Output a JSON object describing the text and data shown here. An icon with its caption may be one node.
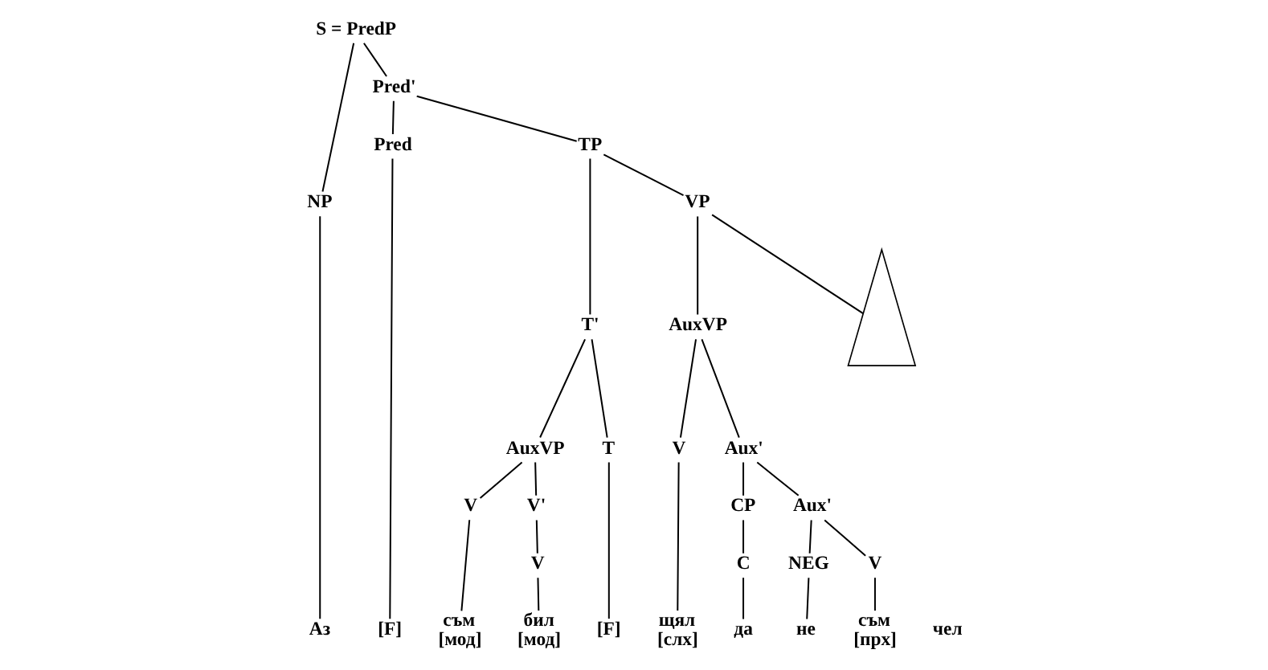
{
  "diagram": {
    "nodes": [
      {
        "text": [
          "S = PredP"
        ]
      },
      {
        "text": [
          "NP"
        ]
      },
      {
        "text": [
          "Pred'"
        ]
      },
      {
        "text": [
          "Аз"
        ]
      },
      {
        "text": [
          "Pred"
        ]
      },
      {
        "text": [
          "[F]"
        ]
      },
      {
        "text": [
          "TP"
        ]
      },
      {
        "text": [
          "T'"
        ]
      },
      {
        "text": [
          "VP"
        ]
      },
      {
        "text": [
          "AuxVP"
        ]
      },
      {
        "text": [
          "T"
        ]
      },
      {
        "text": [
          "V"
        ]
      },
      {
        "text": [
          "V'"
        ]
      },
      {
        "text": [
          "V"
        ]
      },
      {
        "text": [
          "съм",
          "[мод]"
        ]
      },
      {
        "text": [
          "бил",
          "[мод]"
        ]
      },
      {
        "text": [
          "[F]"
        ]
      },
      {
        "text": [
          "AuxVP"
        ]
      },
      {
        "text": [
          "V"
        ]
      },
      {
        "text": [
          "Aux'"
        ]
      },
      {
        "text": [
          "щял",
          "[слх]"
        ]
      },
      {
        "text": [
          "CP"
        ]
      },
      {
        "text": [
          "C"
        ]
      },
      {
        "text": [
          "да"
        ]
      },
      {
        "text": [
          "Aux'"
        ]
      },
      {
        "text": [
          "NEG"
        ]
      },
      {
        "text": [
          "V"
        ]
      },
      {
        "text": [
          "не"
        ]
      },
      {
        "text": [
          "съм",
          "[прх]"
        ]
      },
      {
        "text": [],
        "shape": "triangle"
      }
    ],
    "labels": [
      "чел"
    ],
    "edges": [
      {
        "from": 0,
        "to": 1,
        "arrow": "none"
      },
      {
        "from": 0,
        "to": 2,
        "arrow": "none"
      },
      {
        "from": 1,
        "to": 3,
        "arrow": "none"
      },
      {
        "from": 2,
        "to": 4,
        "arrow": "none"
      },
      {
        "from": 4,
        "to": 5,
        "arrow": "none"
      },
      {
        "from": 2,
        "to": 6,
        "arrow": "none"
      },
      {
        "from": 6,
        "to": 7,
        "arrow": "none"
      },
      {
        "from": 6,
        "to": 8,
        "arrow": "none"
      },
      {
        "from": 7,
        "to": 9,
        "arrow": "none"
      },
      {
        "from": 7,
        "to": 10,
        "arrow": "none"
      },
      {
        "from": 9,
        "to": 11,
        "arrow": "none"
      },
      {
        "from": 9,
        "to": 12,
        "arrow": "none"
      },
      {
        "from": 12,
        "to": 13,
        "arrow": "none"
      },
      {
        "from": 11,
        "to": 14,
        "arrow": "none"
      },
      {
        "from": 13,
        "to": 15,
        "arrow": "none"
      },
      {
        "from": 10,
        "to": 16,
        "arrow": "none"
      },
      {
        "from": 8,
        "to": 17,
        "arrow": "none"
      },
      {
        "from": 8,
        "to": 29,
        "arrow": "none"
      },
      {
        "from": 17,
        "to": 18,
        "arrow": "none"
      },
      {
        "from": 17,
        "to": 19,
        "arrow": "none"
      },
      {
        "from": 18,
        "to": 20,
        "arrow": "none"
      },
      {
        "from": 19,
        "to": 21,
        "arrow": "none"
      },
      {
        "from": 19,
        "to": 24,
        "arrow": "none"
      },
      {
        "from": 21,
        "to": 22,
        "arrow": "none"
      },
      {
        "from": 22,
        "to": 23,
        "arrow": "none"
      },
      {
        "from": 24,
        "to": 25,
        "arrow": "none"
      },
      {
        "from": 24,
        "to": 26,
        "arrow": "none"
      },
      {
        "from": 25,
        "to": 27,
        "arrow": "none"
      },
      {
        "from": 26,
        "to": 28,
        "arrow": "none"
      }
    ]
  }
}
